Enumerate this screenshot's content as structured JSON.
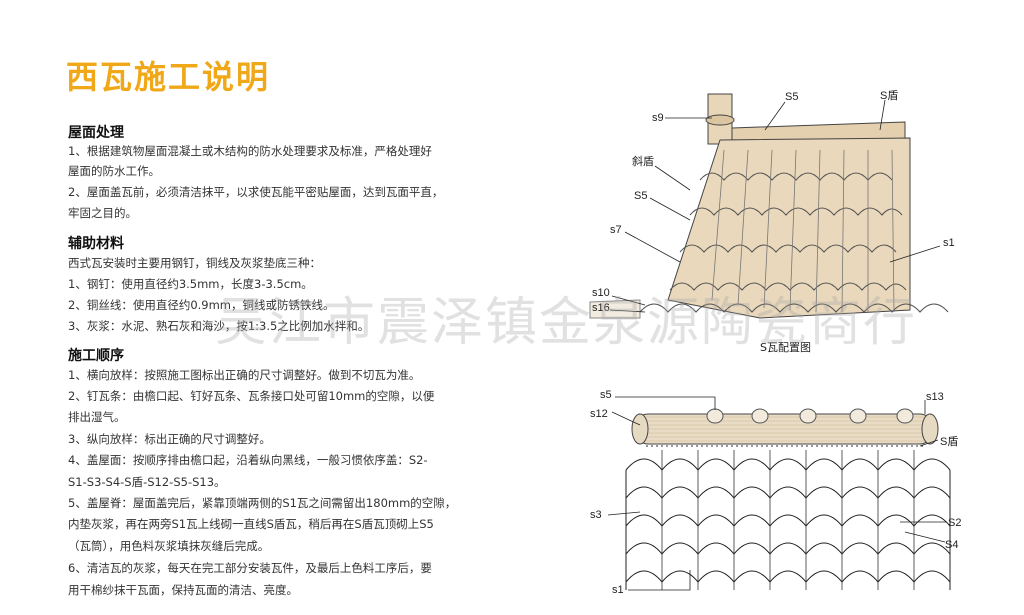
{
  "title": "西瓦施工说明",
  "sections": {
    "treatment": {
      "heading": "屋面处理",
      "lines": [
        "1、根据建筑物屋面混凝土或木结构的防水处理要求及标准，严格处理好",
        "屋面的防水工作。",
        "2、屋面盖瓦前，必须清洁抹平，以求使瓦能平密贴屋面，达到瓦面平直，",
        "牢固之目的。"
      ]
    },
    "materials": {
      "heading": "辅助材料",
      "lines": [
        "西式瓦安装时主要用钢钉，铜线及灰浆垫底三种：",
        "1、钢钉：使用直径约3.5mm，长度3-3.5cm。",
        "2、铜丝线：使用直径约0.9mm，铜线或防锈铁线。",
        "3、灰浆：水泥、熟石灰和海沙，按1:3.5之比例加水拌和。"
      ]
    },
    "sequence": {
      "heading": "施工顺序",
      "lines": [
        "1、横向放样：按照施工图标出正确的尺寸调整好。做到不切瓦为准。",
        "2、钉瓦条：由檐口起、钉好瓦条、瓦条接口处可留10mm的空隙，以便",
        "排出湿气。",
        "3、纵向放样：标出正确的尺寸调整好。",
        "4、盖屋面：按顺序排由檐口起，沿着纵向黑线，一般习惯依序盖：S2-",
        "S1-S3-S4-S盾-S12-S5-S13。",
        "5、盖屋脊：屋面盖完后，紧靠顶端两侧的S1瓦之间需留出180mm的空隙，",
        "内垫灰浆，再在两旁S1瓦上线砌一直线S盾瓦，稍后再在S盾瓦顶砌上S5",
        "（瓦筒），用色料灰浆填抹灰缝后完成。",
        "6、清洁瓦的灰浆，每天在完工部分安装瓦件，及最后上色料工序后，要",
        "用干棉纱抹干瓦面，保持瓦面的清洁、亮度。"
      ]
    }
  },
  "watermark": "吴江市震泽镇金泉源陶瓷商行",
  "diagram_top": {
    "labels": {
      "s9": "s9",
      "s5a": "S5",
      "sdun": "S盾",
      "xiedun": "斜盾",
      "s5b": "S5",
      "s7": "s7",
      "s1": "s1",
      "s10": "s10",
      "s16": "s16"
    },
    "caption": "S瓦配置图"
  },
  "diagram_bottom": {
    "labels": {
      "s5": "s5",
      "s13": "s13",
      "s12": "s12",
      "sdun": "S盾",
      "s3": "s3",
      "S2": "S2",
      "S4": "S4",
      "s1": "s1"
    }
  },
  "colors": {
    "title": "#f0a818",
    "tile": "#e8d6b8",
    "tile_shade": "#cdb08a"
  }
}
